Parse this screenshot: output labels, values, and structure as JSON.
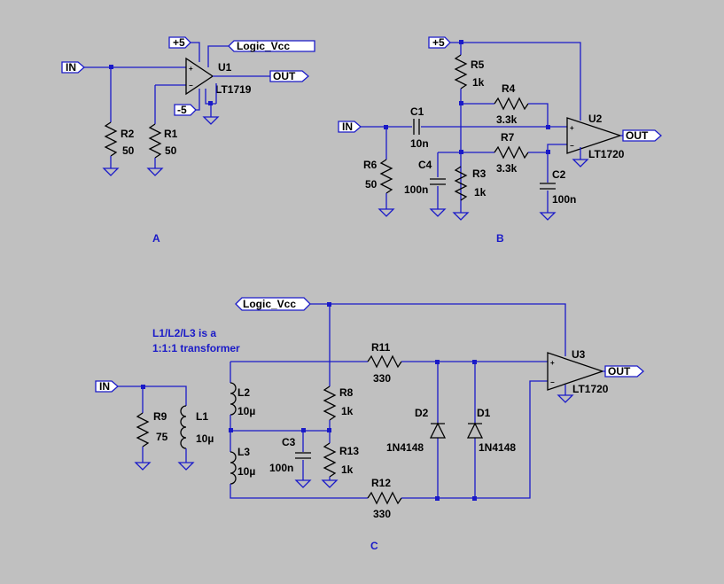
{
  "labels": {
    "a": "A",
    "b": "B",
    "c": "C"
  },
  "nets": {
    "in": "IN",
    "out": "OUT",
    "plus5": "+5",
    "minus5": "-5",
    "logic_vcc": "Logic_Vcc"
  },
  "circuit_a": {
    "u1": {
      "name": "U1",
      "part": "LT1719"
    },
    "r1": {
      "name": "R1",
      "value": "50"
    },
    "r2": {
      "name": "R2",
      "value": "50"
    }
  },
  "circuit_b": {
    "u2": {
      "name": "U2",
      "part": "LT1720"
    },
    "r3": {
      "name": "R3",
      "value": "1k"
    },
    "r4": {
      "name": "R4",
      "value": "3.3k"
    },
    "r5": {
      "name": "R5",
      "value": "1k"
    },
    "r6": {
      "name": "R6",
      "value": "50"
    },
    "r7": {
      "name": "R7",
      "value": "3.3k"
    },
    "c1": {
      "name": "C1",
      "value": "10n"
    },
    "c2": {
      "name": "C2",
      "value": "100n"
    },
    "c4": {
      "name": "C4",
      "value": "100n"
    }
  },
  "circuit_c": {
    "note": [
      "L1/L2/L3 is a",
      "1:1:1 transformer"
    ],
    "u3": {
      "name": "U3",
      "part": "LT1720"
    },
    "r8": {
      "name": "R8",
      "value": "1k"
    },
    "r9": {
      "name": "R9",
      "value": "75"
    },
    "r11": {
      "name": "R11",
      "value": "330"
    },
    "r12": {
      "name": "R12",
      "value": "330"
    },
    "r13": {
      "name": "R13",
      "value": "1k"
    },
    "l1": {
      "name": "L1",
      "value": "10µ"
    },
    "l2": {
      "name": "L2",
      "value": "10µ"
    },
    "l3": {
      "name": "L3",
      "value": "10µ"
    },
    "c3": {
      "name": "C3",
      "value": "100n"
    },
    "d1": {
      "name": "D1",
      "value": "1N4148"
    },
    "d2": {
      "name": "D2",
      "value": "1N4148"
    }
  }
}
